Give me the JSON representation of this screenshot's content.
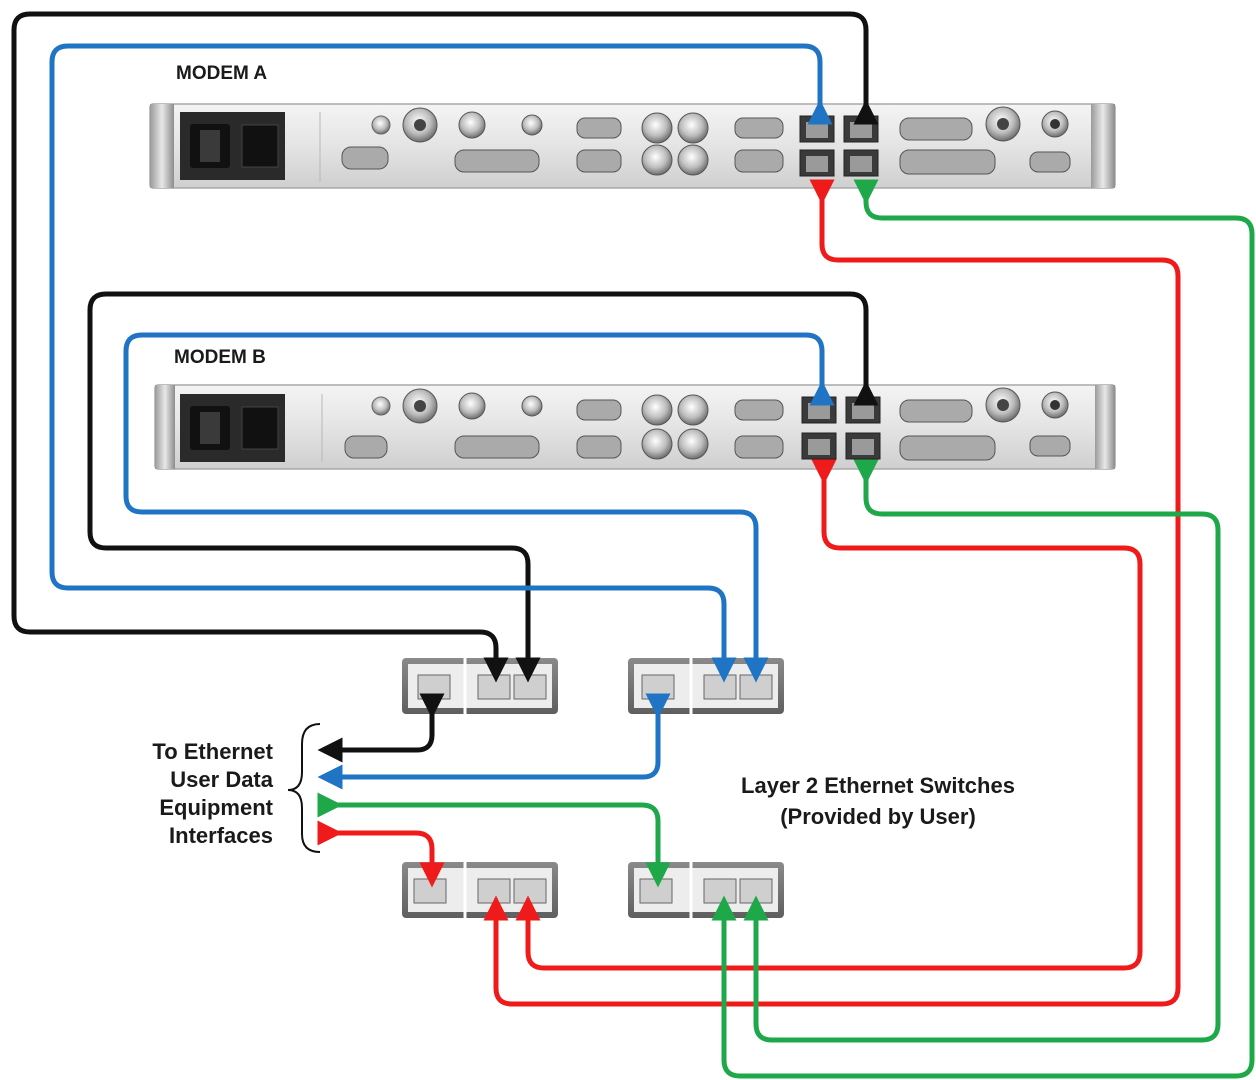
{
  "modems": [
    {
      "label": "MODEM A"
    },
    {
      "label": "MODEM B"
    }
  ],
  "side_label_lines": [
    "To Ethernet",
    "User Data",
    "Equipment",
    "Interfaces"
  ],
  "switches_caption_lines": [
    "Layer 2 Ethernet Switches",
    "(Provided by User)"
  ],
  "cable_colors": {
    "black": "#111111",
    "blue": "#1f74c4",
    "red": "#ef1b1b",
    "green": "#1fa84a"
  }
}
